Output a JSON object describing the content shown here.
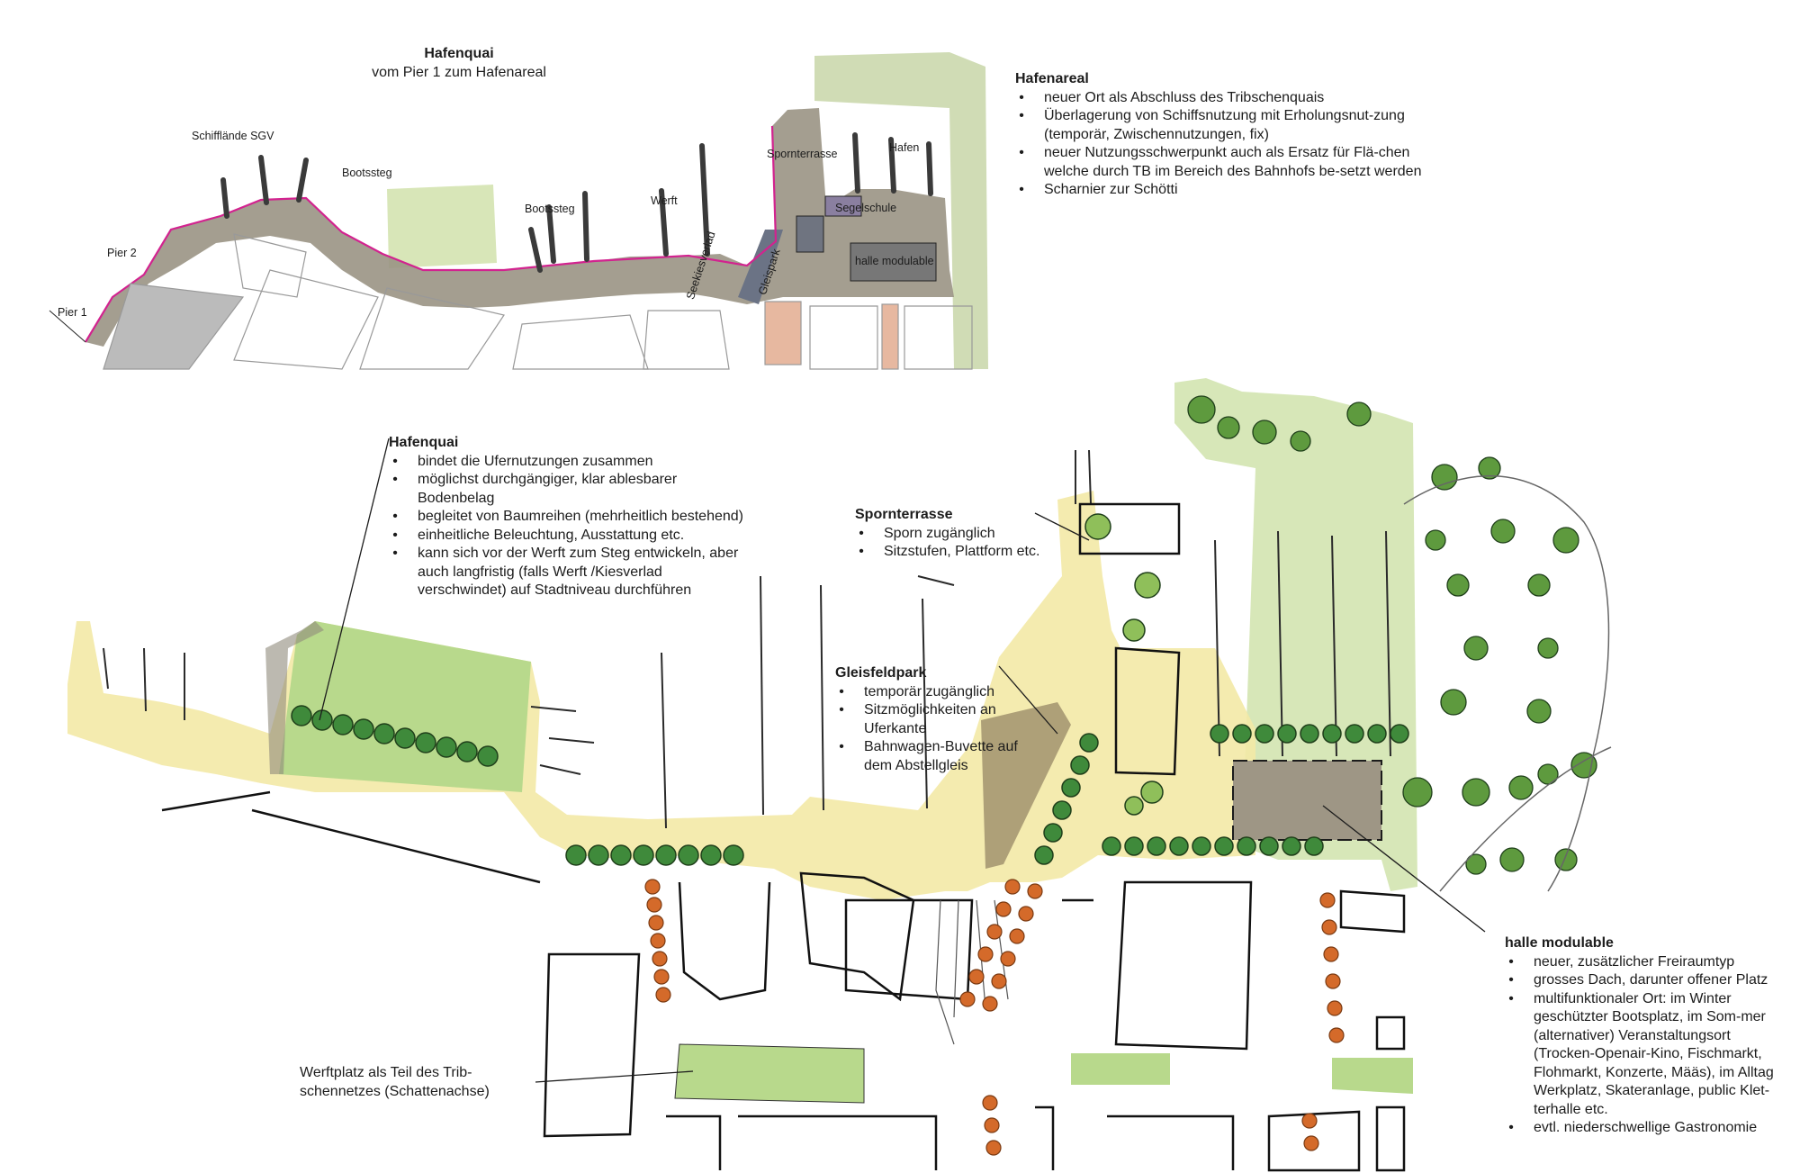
{
  "top_map": {
    "title": "Hafenquai",
    "subtitle": "vom Pier 1 zum Hafenareal",
    "labels": {
      "schifflaende": "Schifflände SGV",
      "pier2": "Pier 2",
      "pier1": "Pier 1",
      "bootssteg1": "Bootssteg",
      "bootssteg2": "Bootssteg",
      "werft": "Werft",
      "spornterrasse": "Spornterrasse",
      "hafen": "Hafen",
      "segelschule": "Segelschule",
      "seekiesverlad": "Seekiesverlad",
      "gleispark": "Gleispark",
      "halle": "halle modulable"
    }
  },
  "hafenareal": {
    "heading": "Hafenareal",
    "items": [
      "neuer Ort als Abschluss des Tribschenquais",
      "Überlagerung von Schiffsnutzung mit Erholungsnut-zung (temporär, Zwischennutzungen, fix)",
      "neuer Nutzungsschwerpunkt auch als Ersatz für Flä-chen welche durch TB im Bereich des Bahnhofs be-setzt werden",
      "Scharnier zur Schötti"
    ]
  },
  "hafenquai": {
    "heading": "Hafenquai",
    "items": [
      "bindet die Ufernutzungen zusammen",
      "möglichst durchgängiger, klar ablesbarer Bodenbelag",
      "begleitet von Baumreihen (mehrheitlich bestehend)",
      "einheitliche Beleuchtung, Ausstattung etc.",
      "kann sich vor der Werft zum Steg entwickeln, aber auch langfristig (falls Werft /Kiesverlad verschwindet) auf Stadtniveau durchführen"
    ]
  },
  "spornterrasse": {
    "heading": "Spornterrasse",
    "items": [
      "Sporn zugänglich",
      "Sitzstufen, Plattform etc."
    ]
  },
  "gleisfeldpark": {
    "heading": "Gleisfeldpark",
    "items": [
      "temporär zugänglich",
      "Sitzmöglichkeiten an Uferkante",
      "Bahnwagen-Buvette auf dem Abstellgleis"
    ]
  },
  "halle_modulable": {
    "heading": "halle modulable",
    "items": [
      "neuer, zusätzlicher Freiraumtyp",
      "grosses Dach, darunter offener Platz",
      "multifunktionaler Ort: im Winter geschützter Bootsplatz, im Som-mer (alternativer) Veranstaltungsort (Trocken-Openair-Kino, Fischmarkt, Flohmarkt, Konzerte, Määs), im Alltag Werkplatz, Skateranlage, public Klet-terhalle etc.",
      "evtl. niederschwellige Gastronomie"
    ]
  },
  "werftplatz": {
    "text1": "Werftplatz als Teil des Trib-",
    "text2": "schennetzes (Schattenachse)"
  },
  "colors": {
    "promenade_yellow": "#f3e9a6",
    "tree_green": "#3f8a3b",
    "park_green": "#c9dfa0",
    "quay_grey": "#8f8a7c",
    "accent_magenta": "#d2238f",
    "street_tree_orange": "#d46a2a"
  }
}
